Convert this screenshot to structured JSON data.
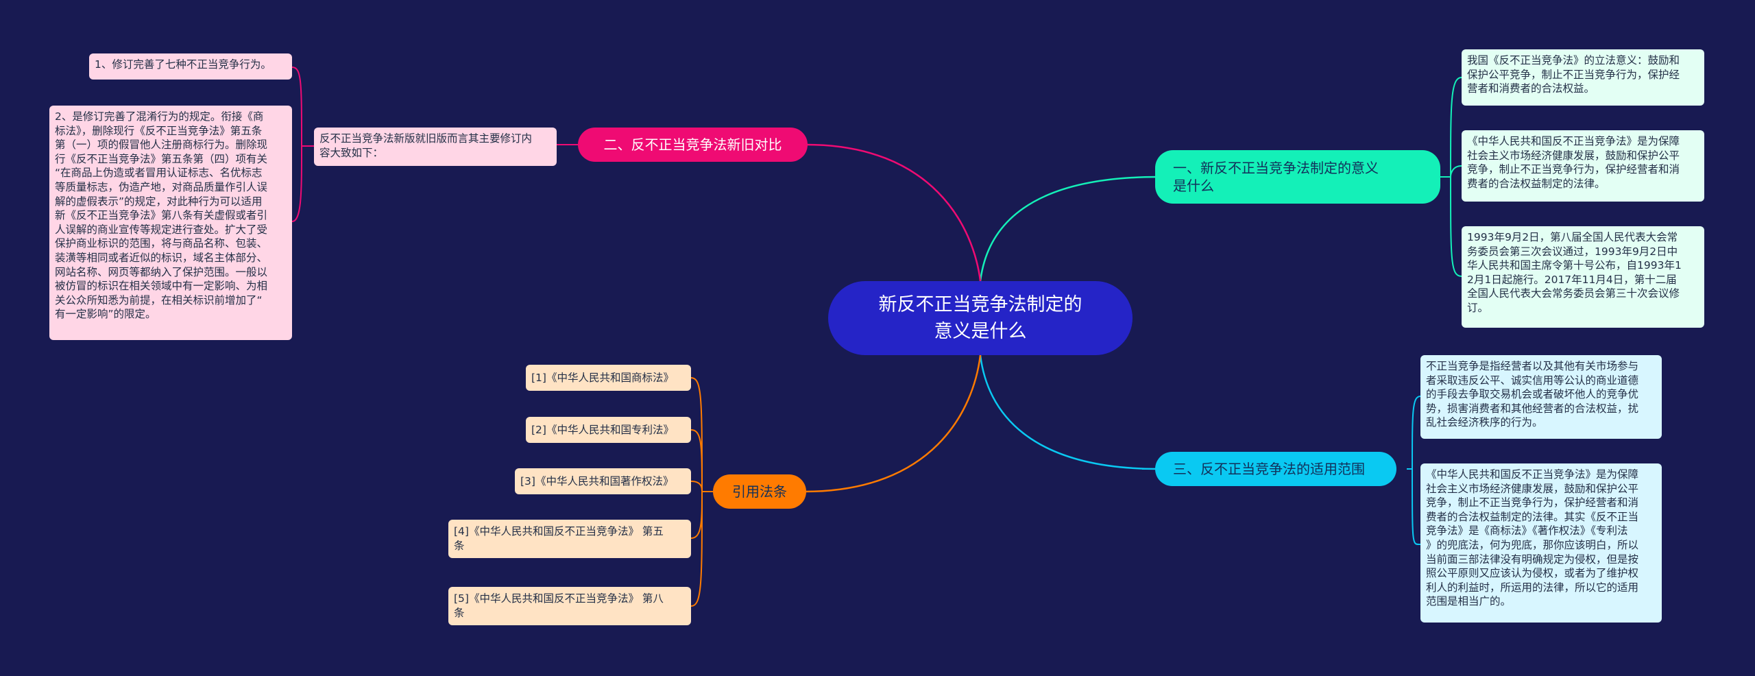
{
  "root": {
    "title": "新反不正当竞争法制定的\n意义是什么"
  },
  "branches": {
    "meaning": {
      "label": "一、新反不正当竞争法制定的意义\n是什么",
      "items": [
        "我国《反不正当竞争法》的立法意义：鼓励和\n保护公平竞争，制止不正当竞争行为，保护经\n营者和消费者的合法权益。",
        "《中华人民共和国反不正当竞争法》是为保障\n社会主义市场经济健康发展，鼓励和保护公平\n竞争，制止不正当竞争行为，保护经营者和消\n费者的合法权益制定的法律。",
        "1993年9月2日，第八届全国人民代表大会常\n务委员会第三次会议通过，1993年9月2日中\n华人民共和国主席令第十号公布，自1993年1\n2月1日起施行。2017年11月4日，第十二届\n全国人民代表大会常务委员会第三十次会议修\n订。"
      ]
    },
    "compare": {
      "label": "二、反不正当竞争法新旧对比",
      "summary": "反不正当竞争法新版就旧版而言其主要修订内\n容大致如下：",
      "items": [
        "1、修订完善了七种不正当竞争行为。",
        "2、是修订完善了混淆行为的规定。衔接《商\n标法》，删除现行《反不正当竞争法》第五条\n第（一）项的假冒他人注册商标行为。删除现\n行《反不正当竞争法》第五条第（四）项有关\n“在商品上伪造或者冒用认证标志、名优标志\n等质量标志，伪造产地，对商品质量作引人误\n解的虚假表示”的规定，对此种行为可以适用\n新《反不正当竞争法》第八条有关虚假或者引\n人误解的商业宣传等规定进行查处。扩大了受\n保护商业标识的范围，将与商品名称、包装、\n装潢等相同或者近似的标识，域名主体部分、\n网站名称、网页等都纳入了保护范围。一般以\n被仿冒的标识在相关领域中有一定影响、为相\n关公众所知悉为前提，在相关标识前增加了“\n有一定影响”的限定。"
      ]
    },
    "scope": {
      "label": "三、反不正当竞争法的适用范围",
      "items": [
        "不正当竞争是指经营者以及其他有关市场参与\n者采取违反公平、诚实信用等公认的商业道德\n的手段去争取交易机会或者破坏他人的竞争优\n势，损害消费者和其他经营者的合法权益，扰\n乱社会经济秩序的行为。",
        "《中华人民共和国反不正当竞争法》是为保障\n社会主义市场经济健康发展，鼓励和保护公平\n竞争，制止不正当竞争行为，保护经营者和消\n费者的合法权益制定的法律。其实《反不正当\n竞争法》是《商标法》《著作权法》《专利法\n》的兜底法，何为兜底，那你应该明白，所以\n当前面三部法律没有明确规定为侵权，但是按\n照公平原则又应该认为侵权，或者为了维护权\n利人的利益时，所运用的法律，所以它的适用\n范围是相当广的。"
      ]
    },
    "refs": {
      "label": "引用法条",
      "items": [
        "[1]《中华人民共和国商标法》",
        "[2]《中华人民共和国专利法》",
        "[3]《中华人民共和国著作权法》",
        "[4]《中华人民共和国反不正当竞争法》 第五\n条",
        "[5]《中华人民共和国反不正当竞争法》 第八\n条"
      ]
    }
  },
  "colors": {
    "background": "#181a52",
    "root": "#2524c7",
    "meaning": "#14f0b8",
    "compare": "#ef0b73",
    "scope": "#0ac9f2",
    "refs": "#ff7b00"
  }
}
